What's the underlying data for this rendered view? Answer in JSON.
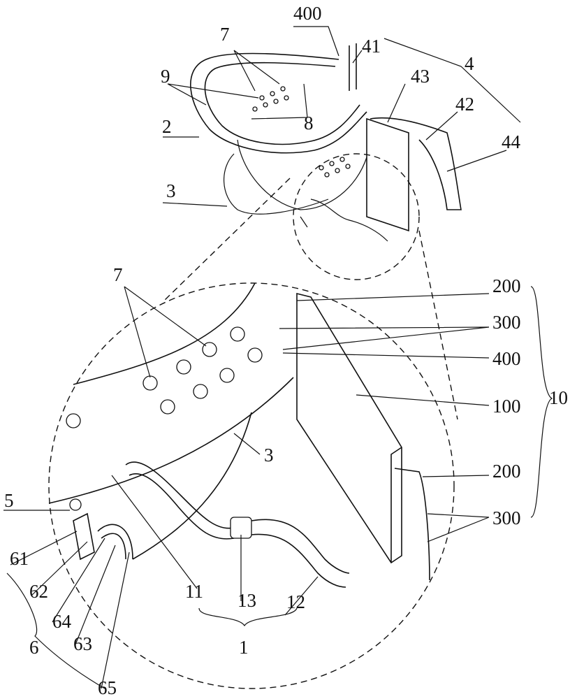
{
  "figure": {
    "labels": {
      "l400_top": "400",
      "l41": "41",
      "l7_top": "7",
      "l9": "9",
      "l8": "8",
      "l2": "2",
      "l43": "43",
      "l4": "4",
      "l42": "42",
      "l44": "44",
      "l3_top": "3",
      "l7_detail": "7",
      "l200_a": "200",
      "l300_a": "300",
      "l400_detail": "400",
      "l100": "100",
      "l10": "10",
      "l3_detail": "3",
      "l200_b": "200",
      "l300_b": "300",
      "l5": "5",
      "l61": "61",
      "l62": "62",
      "l11": "11",
      "l13": "13",
      "l12": "12",
      "l64": "64",
      "l63": "63",
      "l6": "6",
      "l1": "1",
      "l65": "65"
    }
  }
}
